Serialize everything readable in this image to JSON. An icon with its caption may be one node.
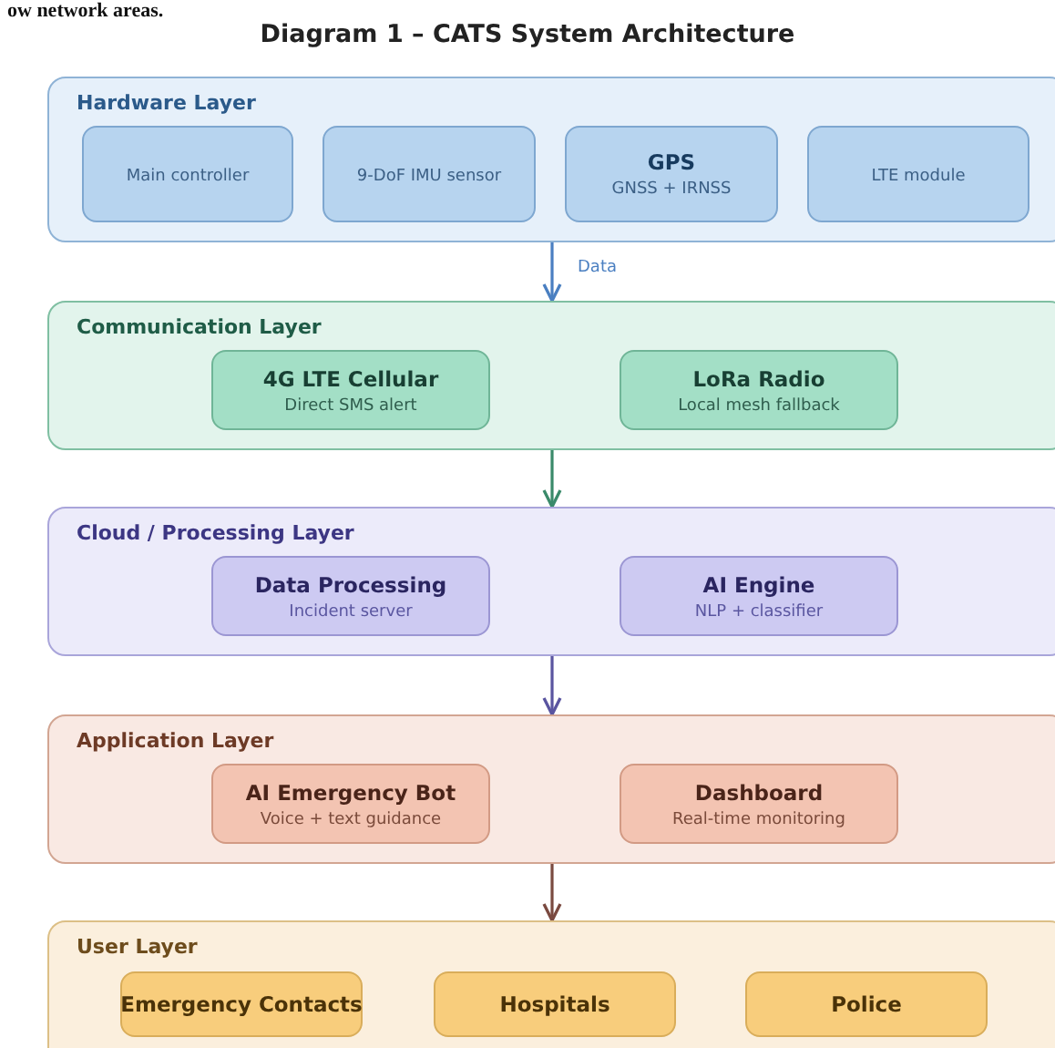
{
  "diagram": {
    "title": "Diagram 1 – CATS System Architecture",
    "nodes": [
      {
        "text": [
          "Hardware Layer"
        ]
      },
      {
        "text": [
          "Main controller"
        ],
        "in": 0
      },
      {
        "text": [
          "9-DoF IMU sensor"
        ],
        "in": 0
      },
      {
        "text": [
          "GPS",
          "GNSS + IRNSS"
        ],
        "in": 0
      },
      {
        "text": [
          "LTE module"
        ],
        "in": 0
      },
      {
        "text": [
          "Communication Layer"
        ]
      },
      {
        "text": [
          "4G LTE Cellular",
          "Direct SMS alert"
        ],
        "in": 5
      },
      {
        "text": [
          "LoRa Radio",
          "Local mesh fallback"
        ],
        "in": 5
      },
      {
        "text": [
          "Cloud / Processing Layer"
        ]
      },
      {
        "text": [
          "Data Processing",
          "Incident server"
        ],
        "in": 8
      },
      {
        "text": [
          "AI Engine",
          "NLP + classifier"
        ],
        "in": 8
      },
      {
        "text": [
          "Application Layer"
        ]
      },
      {
        "text": [
          "AI Emergency Bot",
          "Voice + text guidance"
        ],
        "in": 11
      },
      {
        "text": [
          "Dashboard",
          "Real-time monitoring"
        ],
        "in": 11
      },
      {
        "text": [
          "User Layer"
        ]
      },
      {
        "text": [
          "Emergency Contacts"
        ],
        "in": 14
      },
      {
        "text": [
          "Hospitals"
        ],
        "in": 14
      },
      {
        "text": [
          "Police"
        ],
        "in": 14
      }
    ],
    "edges": [
      {
        "from": 0,
        "to": 5,
        "arrow": "to",
        "label": "Data",
        "color": "#4a7fc1"
      },
      {
        "from": 5,
        "to": 8,
        "arrow": "to",
        "color": "#3a8a6a"
      },
      {
        "from": 8,
        "to": 11,
        "arrow": "to",
        "color": "#5a55a0"
      },
      {
        "from": 11,
        "to": 14,
        "arrow": "to",
        "color": "#7a4a40"
      }
    ],
    "labels": [
      "ow network areas."
    ]
  }
}
